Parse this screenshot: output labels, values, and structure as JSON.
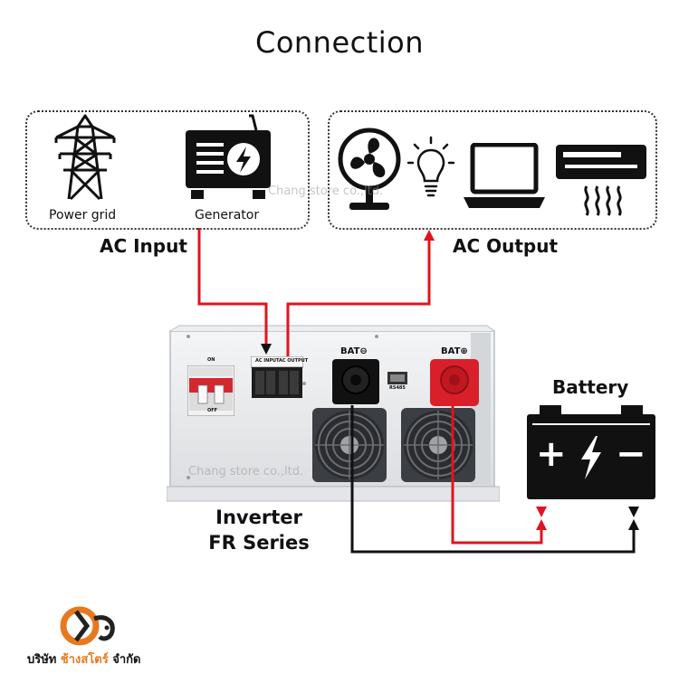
{
  "title": "Connection",
  "ac_input": {
    "label": "AC Input",
    "sources": [
      {
        "label": "Power grid",
        "icon": "transmission-tower-icon"
      },
      {
        "label": "Generator",
        "icon": "generator-icon"
      }
    ]
  },
  "ac_output": {
    "label": "AC Output",
    "loads": [
      {
        "icon": "fan-icon"
      },
      {
        "icon": "light-bulb-icon"
      },
      {
        "icon": "laptop-icon"
      },
      {
        "icon": "air-conditioner-icon"
      }
    ]
  },
  "inverter": {
    "label_line1": "Inverter",
    "label_line2": "FR Series",
    "breaker_top_label": "ON",
    "breaker_bottom_label": "OFF",
    "ac_input_terminal_label": "AC INPUT",
    "ac_output_terminal_label": "AC OUTPUT",
    "rs485_label": "RS485",
    "bat_negative_label": "BAT⊖",
    "bat_positive_label": "BAT⊕"
  },
  "battery": {
    "label": "Battery",
    "plus_symbol": "+",
    "minus_symbol": "−"
  },
  "watermark": "Chang store co.,ltd.",
  "brand": {
    "prefix": "บริษัท",
    "highlight": "ช้างสโตร์",
    "suffix": "จำกัด"
  },
  "colors": {
    "ac_wire": "#e0141e",
    "dc_positive_wire": "#e0141e",
    "dc_negative_wire": "#111111",
    "positive_terminal": "#d9202a",
    "negative_terminal": "#111111",
    "inverter_body": "#e9eaec",
    "brand_orange": "#e8781e"
  }
}
